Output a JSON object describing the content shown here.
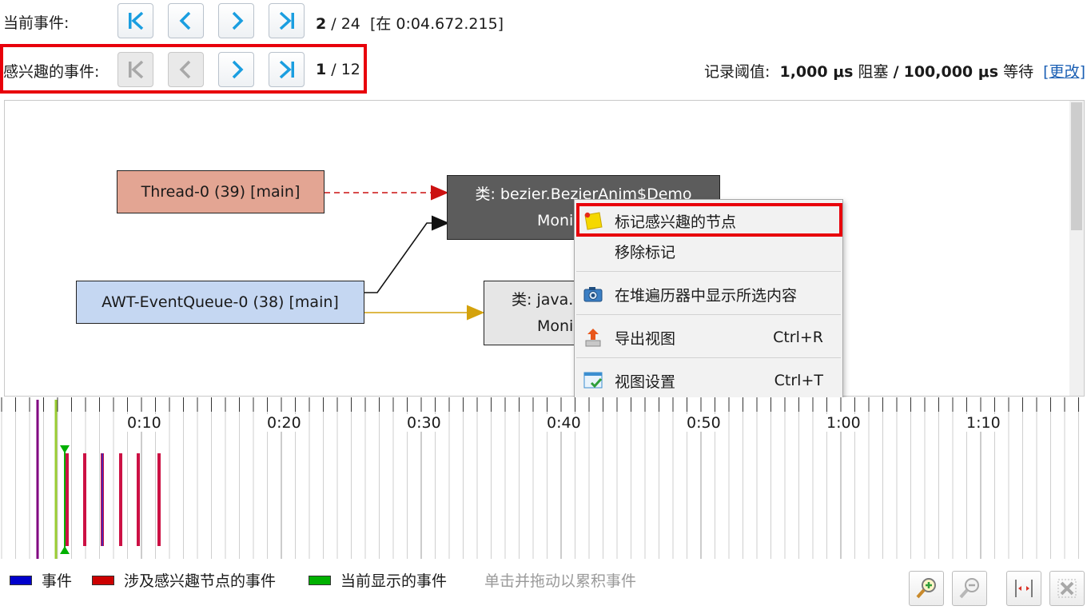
{
  "current_event": {
    "label": "当前事件:",
    "index": "2",
    "sep": " / ",
    "total": "24",
    "time": "[在 0:04.672.215]"
  },
  "interesting_event": {
    "label": "感兴趣的事件:",
    "index": "1",
    "sep": " / ",
    "total": "12"
  },
  "threshold": {
    "label": "记录阈值:",
    "block_value": "1,000 μs",
    "block_label": "阻塞",
    "sep": "/",
    "wait_value": "100,000 μs",
    "wait_label": "等待",
    "change_link": "[更改]"
  },
  "nodes": {
    "thread0": "Thread-0 (39) [main]",
    "awt": "AWT-EventQueue-0 (38) [main]",
    "class1_line1": "类: bezier.BezierAnim$Demo",
    "class1_line2": "Moni",
    "class2_line1": "类: java.",
    "class2_line2": "Moni"
  },
  "context_menu": {
    "items": [
      {
        "label": "标记感兴趣的节点",
        "shortcut": "",
        "icon": "sticky-note-icon"
      },
      {
        "label": "移除标记",
        "shortcut": "",
        "icon": ""
      },
      {
        "label": "在堆遍历器中显示所选内容",
        "shortcut": "",
        "icon": "camera-icon"
      },
      {
        "label": "导出视图",
        "shortcut": "Ctrl+R",
        "icon": "export-icon"
      },
      {
        "label": "视图设置",
        "shortcut": "Ctrl+T",
        "icon": "view-settings-icon"
      }
    ]
  },
  "timeline": {
    "tick_labels": [
      "0:10",
      "0:20",
      "0:30",
      "0:40",
      "0:50",
      "1:00",
      "1:10"
    ]
  },
  "legend": {
    "events": "事件",
    "interesting": "涉及感兴趣节点的事件",
    "current": "当前显示的事件",
    "hint": "单击并拖动以累积事件"
  },
  "colors": {
    "event": "#0000cc",
    "interesting": "#cc0000",
    "current": "#00b000",
    "nav_blue": "#1a9ee0",
    "highlight": "#e8000b"
  }
}
